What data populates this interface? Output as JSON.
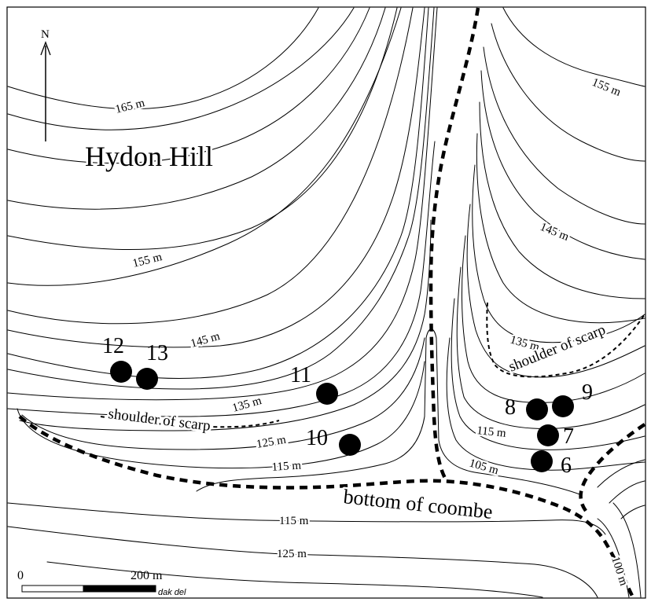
{
  "title": "Hydon Hill",
  "north_label": "N",
  "contour_labels": [
    "165 m",
    "155 m",
    "155 m",
    "145 m",
    "145 m",
    "135 m",
    "135 m",
    "125 m",
    "115 m",
    "115 m",
    "115 m",
    "105 m",
    "125 m",
    "100 m"
  ],
  "features": {
    "shoulder_left": "shoulder of scarp",
    "shoulder_right": "shoulder of scarp",
    "coombe": "bottom of coombe"
  },
  "sites": [
    {
      "id": "12"
    },
    {
      "id": "13"
    },
    {
      "id": "11"
    },
    {
      "id": "10"
    },
    {
      "id": "8"
    },
    {
      "id": "9"
    },
    {
      "id": "7"
    },
    {
      "id": "6"
    }
  ],
  "scale": {
    "zero": "0",
    "length_label": "200 m"
  },
  "credit": "dak del"
}
